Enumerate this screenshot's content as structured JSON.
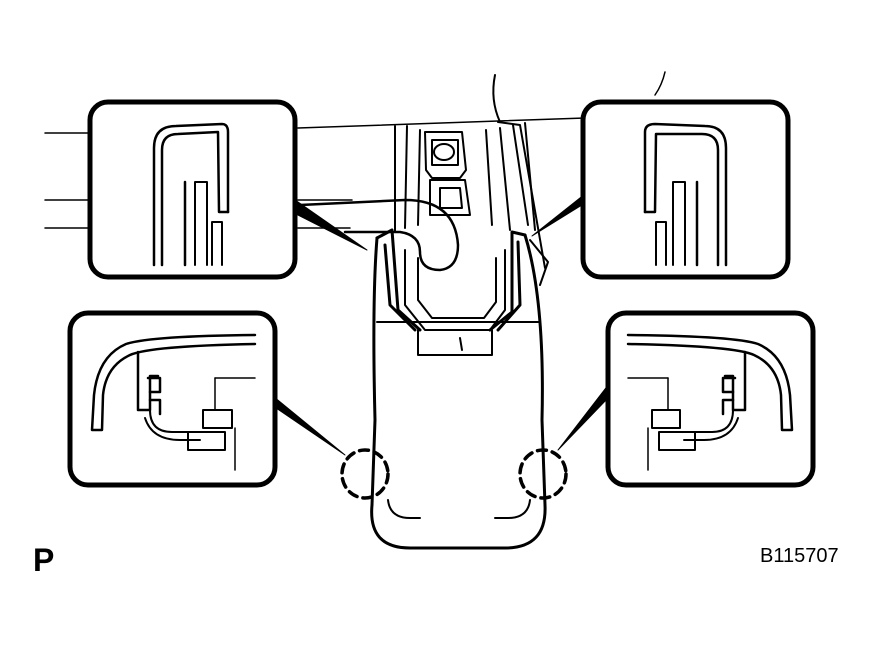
{
  "figure": {
    "view_letter": "P",
    "code": "B115707"
  },
  "callouts": [
    {
      "id": "upper-left",
      "shows": "clip-engagement-detail"
    },
    {
      "id": "upper-right",
      "shows": "clip-engagement-detail"
    },
    {
      "id": "lower-left",
      "shows": "claw-engagement-detail"
    },
    {
      "id": "lower-right",
      "shows": "claw-engagement-detail"
    }
  ],
  "colors": {
    "line": "#000000",
    "background": "#ffffff"
  }
}
